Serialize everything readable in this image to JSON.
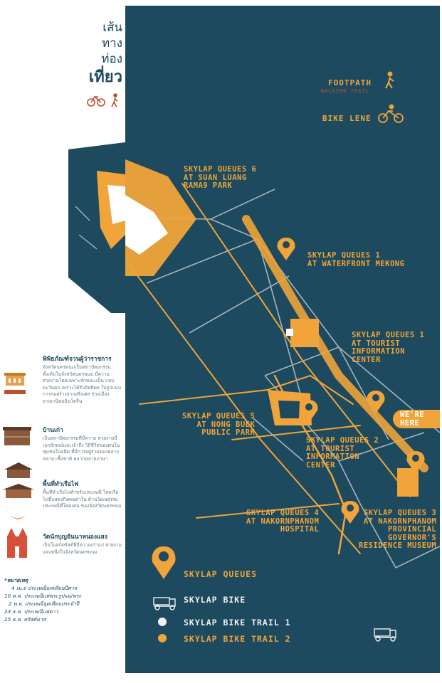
{
  "title": {
    "lines": [
      "เส้น",
      "ทาง",
      "ท่อง",
      "เที่ยว"
    ]
  },
  "top_legend": {
    "footpath": "FOOTPATH",
    "footpath_sub": "WALKING TRAIL",
    "bike_lane": "BIKE LENE"
  },
  "places": [
    {
      "id": "q6",
      "text": "SKYLAP QUEUES 6\nAT SUAN LUANG\nRAMA9 PARK"
    },
    {
      "id": "q1w",
      "text": "SKYLAP QUEUES 1\nAT WATERFRONT MEKONG"
    },
    {
      "id": "q1t",
      "text": "SKYLAP QUEUES 1\nAT TOURIST\nINFORMATION\nCENTER"
    },
    {
      "id": "q5",
      "text": "SKYLAP QUEUES 5\nAT NONG BUEK\nPUBLIC PARK"
    },
    {
      "id": "q2",
      "text": "SKYLAP QUEUES 2\nAT TOURIST\nINFORMATION\nCENTER"
    },
    {
      "id": "q4",
      "text": "SKYLAP QUEUES 4\nAT NAKORNPHANOM\nHOSPITAL"
    },
    {
      "id": "q3",
      "text": "SKYLAP QUEUES 3\nAT NAKORNPHANOM\nPROVINCIAL\nGOVERNOR'S\nRESIDENCE MUSEUM"
    }
  ],
  "here_badge": "WE'RE\nHERE",
  "map_legend": {
    "queues": "SKYLAP QUEUES",
    "bike": "SKYLAP BIKE",
    "trail1": "SKYLAP BIKE TRAIL 1",
    "trail2": "SKYLAP BIKE TRAIL 2"
  },
  "side_legend": [
    {
      "icon": "museum-icon",
      "heading": "พิพิธภัณฑ์จวนผู้ว่าราชการ",
      "body": "จังหวัดนครพนมเป็นสถาปัตยกรรม ดั้งเดิมในจังหวัดนครพนม มีความ สวยงามโดยเฉพาะลักษณะเป็น แบบตะวันตก เพราะได้รับอิทธิพล ในรูปแบบการก่อสร้างจากฝรั่งเศส ช่วงเมืองอาณานิคมอินโดจีน"
    },
    {
      "icon": "old-house-icon",
      "heading": "บ้านเก่า",
      "body": "เป็นสถาปัตยกรรมที่มีความ สวยงามมีเอกลักษณ์และเจ้าถึง วิถีชีวิตของคนในชุมชนในอดีต ที่มีการอยู่ร่วมของหลากหลาย เชื้อชาติ หลากหลายภาษา"
    },
    {
      "icon": "fire-boat-icon",
      "heading": "พื้นที่ทำเรือไฟ",
      "body": "พื้นที่ทำเรือไฟสำหรับประเพณี ไหลเรือไฟที่แสดงถึงคุณค่าใน ด้านวัฒนธรรมประเพณีที่โดดเด่น ของจังหวัดนครพนม"
    },
    {
      "icon": "church-icon",
      "heading": "วัดนักบุญอันนาหนองแสง",
      "body": "เป็นโบสถ์คริสต์ที่มีความเก่าแก่ สวยงามแห่งหนึ่งในจังหวัดนครพนม"
    }
  ],
  "notes": {
    "heading": "*หมายเหตุ",
    "items": [
      "4 เม.ย ประเพณีแห่เทียนปีศาจ",
      "10 ต.ค. ประเพณีแห่พระรูปแม่/พระ",
      "2 พ.ย. ประเพณีจุดเทียนประจำปี",
      "23 ธ.ค. ประเพณีแห่ดาว",
      "25 ธ.ค. คริสต์มาส"
    ]
  },
  "colors": {
    "map_bg": "#1d4a5e",
    "orange": "#f0a43a",
    "trail1": "#c9cccb",
    "building": "#ffffff"
  }
}
